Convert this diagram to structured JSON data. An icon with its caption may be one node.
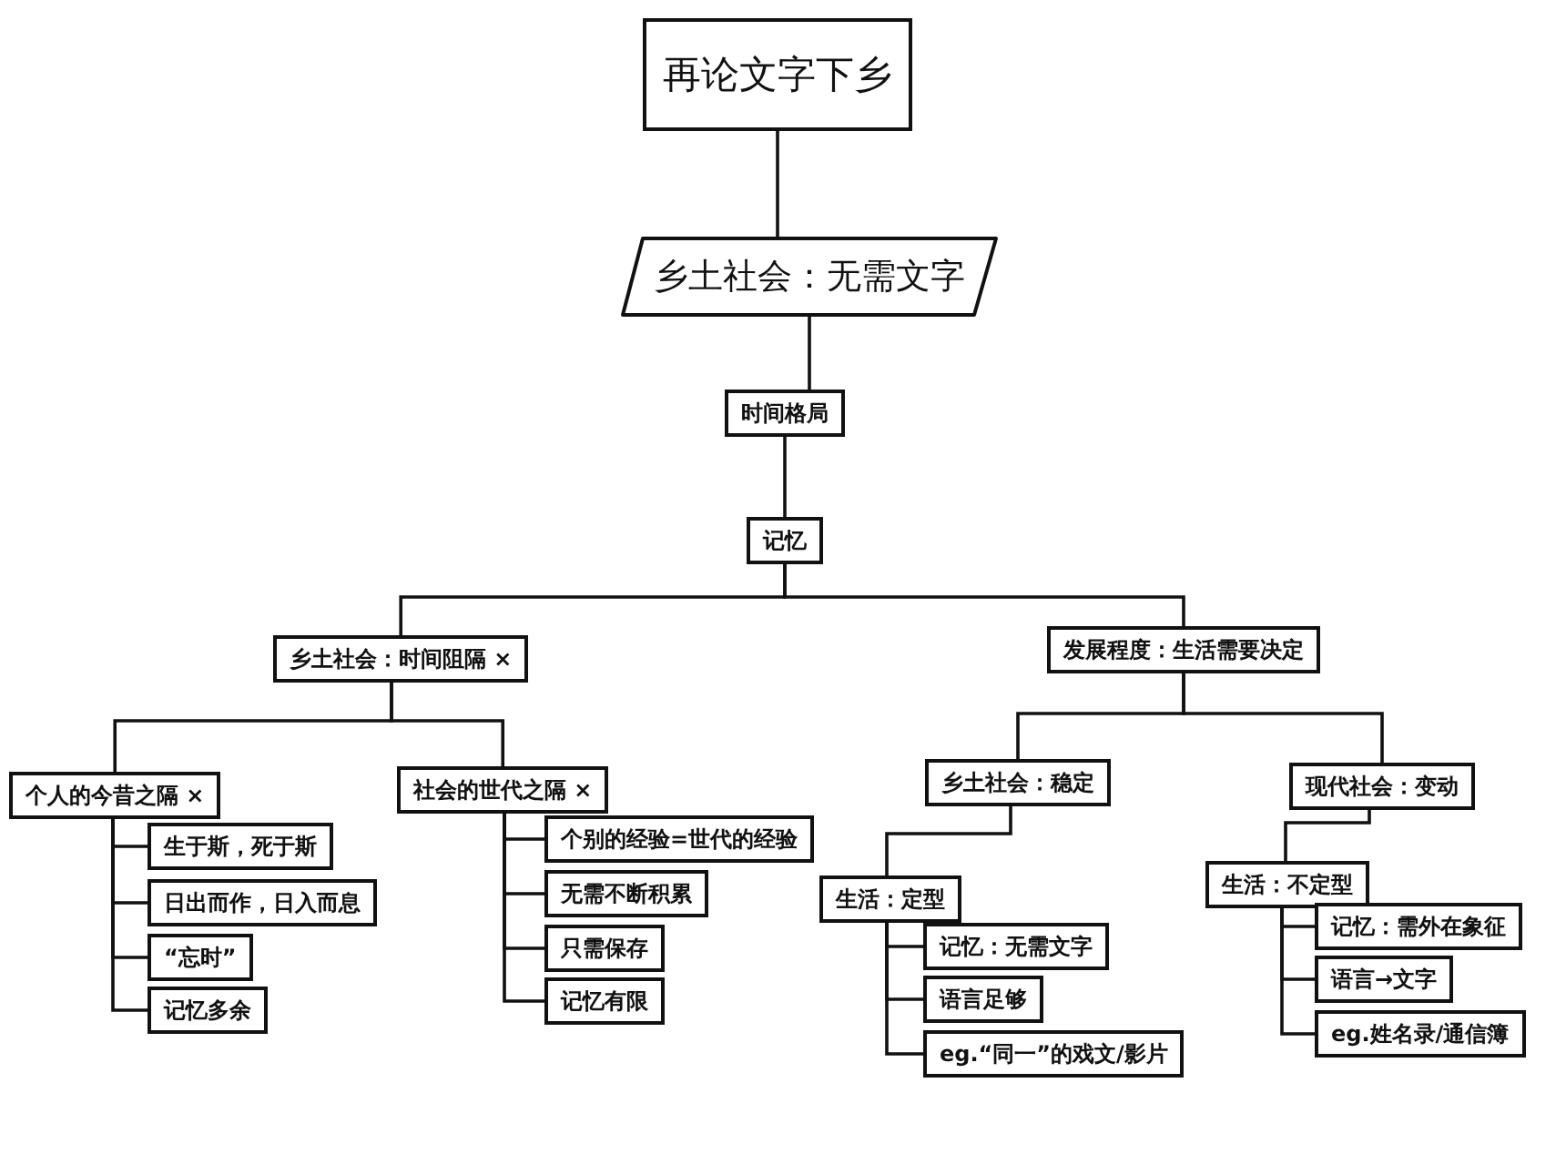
{
  "diagram": {
    "nodes": [
      {
        "text": [
          "再论文字下乡"
        ]
      },
      {
        "text": [
          "乡土社会：无需文字"
        ]
      },
      {
        "text": [
          "时间格局"
        ]
      },
      {
        "text": [
          "记忆"
        ]
      },
      {
        "text": [
          "乡土社会：时间阻隔 ×"
        ]
      },
      {
        "text": [
          "发展程度：生活需要决定"
        ]
      },
      {
        "text": [
          "个人的今昔之隔 ×"
        ]
      },
      {
        "text": [
          "社会的世代之隔 ×"
        ]
      },
      {
        "text": [
          "生于斯，死于斯"
        ]
      },
      {
        "text": [
          "日出而作，日入而息"
        ]
      },
      {
        "text": [
          "“忘时”"
        ]
      },
      {
        "text": [
          "记忆多余"
        ]
      },
      {
        "text": [
          "个别的经验=世代的经验"
        ]
      },
      {
        "text": [
          "无需不断积累"
        ]
      },
      {
        "text": [
          "只需保存"
        ]
      },
      {
        "text": [
          "记忆有限"
        ]
      },
      {
        "text": [
          "乡土社会：稳定"
        ]
      },
      {
        "text": [
          "现代社会：变动"
        ]
      },
      {
        "text": [
          "生活：定型"
        ]
      },
      {
        "text": [
          "记忆：无需文字"
        ]
      },
      {
        "text": [
          "语言足够"
        ]
      },
      {
        "text": [
          "eg.“同一”的戏文/影片"
        ]
      },
      {
        "text": [
          "生活：不定型"
        ]
      },
      {
        "text": [
          "记忆：需外在象征"
        ]
      },
      {
        "text": [
          "语言→文字"
        ]
      },
      {
        "text": [
          "eg.姓名录/通信簿"
        ]
      }
    ],
    "edges": [
      {
        "from": 0,
        "to": 1,
        "arrow": "none"
      },
      {
        "from": 1,
        "to": 2,
        "arrow": "none"
      },
      {
        "from": 2,
        "to": 3,
        "arrow": "none"
      },
      {
        "from": 3,
        "to": 4,
        "arrow": "none"
      },
      {
        "from": 3,
        "to": 5,
        "arrow": "none"
      },
      {
        "from": 4,
        "to": 6,
        "arrow": "none"
      },
      {
        "from": 4,
        "to": 7,
        "arrow": "none"
      },
      {
        "from": 6,
        "to": 8,
        "arrow": "none"
      },
      {
        "from": 6,
        "to": 9,
        "arrow": "none"
      },
      {
        "from": 6,
        "to": 10,
        "arrow": "none"
      },
      {
        "from": 6,
        "to": 11,
        "arrow": "none"
      },
      {
        "from": 7,
        "to": 12,
        "arrow": "none"
      },
      {
        "from": 7,
        "to": 13,
        "arrow": "none"
      },
      {
        "from": 7,
        "to": 14,
        "arrow": "none"
      },
      {
        "from": 7,
        "to": 15,
        "arrow": "none"
      },
      {
        "from": 5,
        "to": 16,
        "arrow": "none"
      },
      {
        "from": 5,
        "to": 17,
        "arrow": "none"
      },
      {
        "from": 16,
        "to": 18,
        "arrow": "none"
      },
      {
        "from": 18,
        "to": 19,
        "arrow": "none"
      },
      {
        "from": 18,
        "to": 20,
        "arrow": "none"
      },
      {
        "from": 18,
        "to": 21,
        "arrow": "none"
      },
      {
        "from": 17,
        "to": 22,
        "arrow": "none"
      },
      {
        "from": 22,
        "to": 23,
        "arrow": "none"
      },
      {
        "from": 22,
        "to": 24,
        "arrow": "none"
      },
      {
        "from": 22,
        "to": 25,
        "arrow": "none"
      }
    ]
  }
}
